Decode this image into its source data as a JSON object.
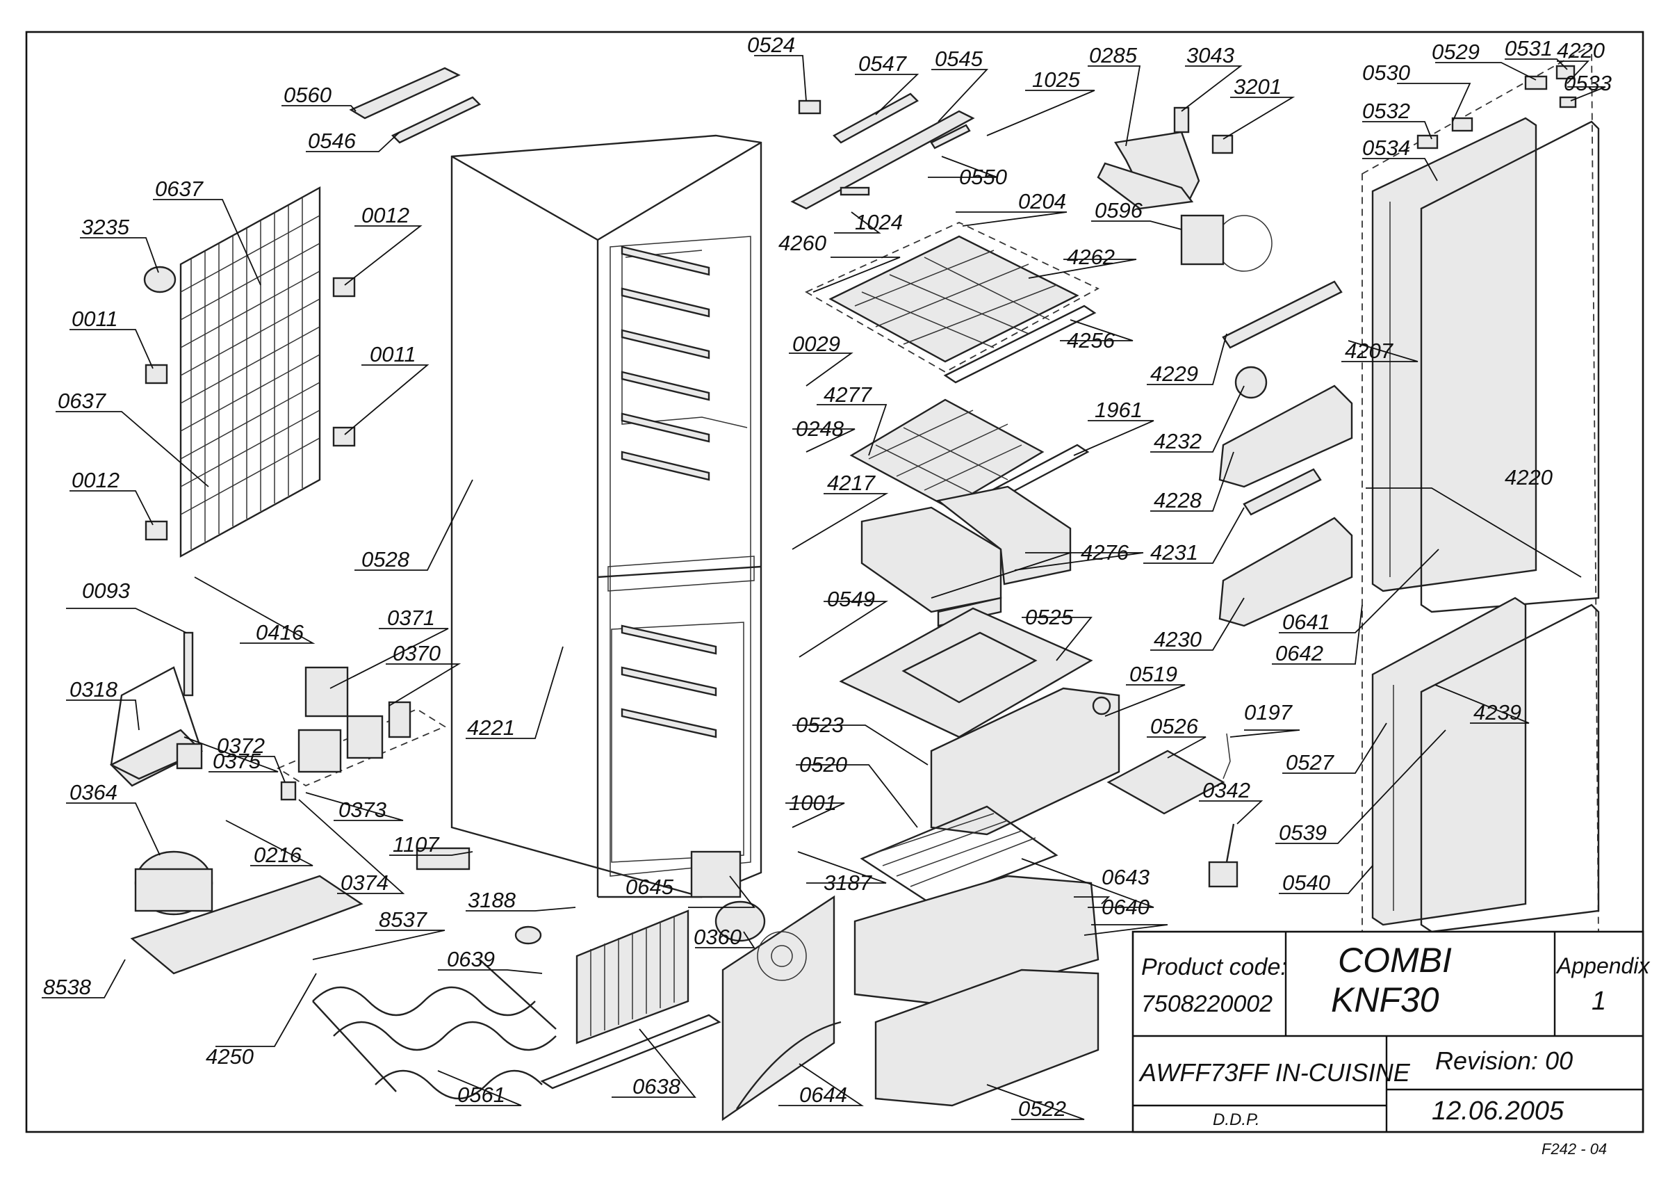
{
  "parts": [
    {
      "id": "p0560",
      "text": "0560"
    },
    {
      "id": "p0546",
      "text": "0546"
    },
    {
      "id": "p0637a",
      "text": "0637"
    },
    {
      "id": "p3235",
      "text": "3235"
    },
    {
      "id": "p0012a",
      "text": "0012"
    },
    {
      "id": "p0011a",
      "text": "0011"
    },
    {
      "id": "p0011b",
      "text": "0011"
    },
    {
      "id": "p0637b",
      "text": "0637"
    },
    {
      "id": "p0012b",
      "text": "0012"
    },
    {
      "id": "p0528",
      "text": "0528"
    },
    {
      "id": "p0093",
      "text": "0093"
    },
    {
      "id": "p0416",
      "text": "0416"
    },
    {
      "id": "p0371",
      "text": "0371"
    },
    {
      "id": "p0370",
      "text": "0370"
    },
    {
      "id": "p0318",
      "text": "0318"
    },
    {
      "id": "p0372",
      "text": "0372"
    },
    {
      "id": "p0375",
      "text": "0375"
    },
    {
      "id": "p0364",
      "text": "0364"
    },
    {
      "id": "p0373",
      "text": "0373"
    },
    {
      "id": "p0216",
      "text": "0216"
    },
    {
      "id": "p0374",
      "text": "0374"
    },
    {
      "id": "p1107",
      "text": "1107"
    },
    {
      "id": "p4221",
      "text": "4221"
    },
    {
      "id": "p8537",
      "text": "8537"
    },
    {
      "id": "p3188",
      "text": "3188"
    },
    {
      "id": "p0639",
      "text": "0639"
    },
    {
      "id": "p8538",
      "text": "8538"
    },
    {
      "id": "p4250",
      "text": "4250"
    },
    {
      "id": "p0561",
      "text": "0561"
    },
    {
      "id": "p0638",
      "text": "0638"
    },
    {
      "id": "p0645",
      "text": "0645"
    },
    {
      "id": "p0360",
      "text": "0360"
    },
    {
      "id": "p0644",
      "text": "0644"
    },
    {
      "id": "p0524",
      "text": "0524"
    },
    {
      "id": "p0547",
      "text": "0547"
    },
    {
      "id": "p0545",
      "text": "0545"
    },
    {
      "id": "p1025",
      "text": "1025"
    },
    {
      "id": "p0550",
      "text": "0550"
    },
    {
      "id": "p0204",
      "text": "0204"
    },
    {
      "id": "p1024",
      "text": "1024"
    },
    {
      "id": "p4260",
      "text": "4260"
    },
    {
      "id": "p4262",
      "text": "4262"
    },
    {
      "id": "p4256",
      "text": "4256"
    },
    {
      "id": "p0029",
      "text": "0029"
    },
    {
      "id": "p4277",
      "text": "4277"
    },
    {
      "id": "p0248",
      "text": "0248"
    },
    {
      "id": "p1961",
      "text": "1961"
    },
    {
      "id": "p4217",
      "text": "4217"
    },
    {
      "id": "p4276",
      "text": "4276"
    },
    {
      "id": "p0549",
      "text": "0549"
    },
    {
      "id": "p0525",
      "text": "0525"
    },
    {
      "id": "p0523",
      "text": "0523"
    },
    {
      "id": "p0520",
      "text": "0520"
    },
    {
      "id": "p1001",
      "text": "1001"
    },
    {
      "id": "p3187",
      "text": "3187"
    },
    {
      "id": "p0640",
      "text": "0640"
    },
    {
      "id": "p0522",
      "text": "0522"
    },
    {
      "id": "p0285",
      "text": "0285"
    },
    {
      "id": "p3043",
      "text": "3043"
    },
    {
      "id": "p3201",
      "text": "3201"
    },
    {
      "id": "p0596",
      "text": "0596"
    },
    {
      "id": "p4207",
      "text": "4207"
    },
    {
      "id": "p4229",
      "text": "4229"
    },
    {
      "id": "p4232",
      "text": "4232"
    },
    {
      "id": "p4228",
      "text": "4228"
    },
    {
      "id": "p4231",
      "text": "4231"
    },
    {
      "id": "p4230",
      "text": "4230"
    },
    {
      "id": "p0519",
      "text": "0519"
    },
    {
      "id": "p0197",
      "text": "0197"
    },
    {
      "id": "p0526",
      "text": "0526"
    },
    {
      "id": "p0342",
      "text": "0342"
    },
    {
      "id": "p0643",
      "text": "0643"
    },
    {
      "id": "p0529",
      "text": "0529"
    },
    {
      "id": "p0531",
      "text": "0531"
    },
    {
      "id": "p4220a",
      "text": "4220"
    },
    {
      "id": "p0530",
      "text": "0530"
    },
    {
      "id": "p0533",
      "text": "0533"
    },
    {
      "id": "p0532",
      "text": "0532"
    },
    {
      "id": "p0534",
      "text": "0534"
    },
    {
      "id": "p4220b",
      "text": "4220"
    },
    {
      "id": "p0641",
      "text": "0641"
    },
    {
      "id": "p0642",
      "text": "0642"
    },
    {
      "id": "p0527",
      "text": "0527"
    },
    {
      "id": "p4239",
      "text": "4239"
    },
    {
      "id": "p0539",
      "text": "0539"
    },
    {
      "id": "p0540",
      "text": "0540"
    }
  ],
  "title_block": {
    "product_code_label": "Product code:",
    "product_code_value": "7508220002",
    "model_line1": "COMBI",
    "model_line2": "KNF30",
    "appendix_label": "Appendix",
    "appendix_value": "1",
    "variant": "AWFF73FF IN-CUISINE",
    "revision": "Revision: 00",
    "author": "D.D.P.",
    "date": "12.06.2005"
  },
  "sheet_ref": "F242 - 04"
}
